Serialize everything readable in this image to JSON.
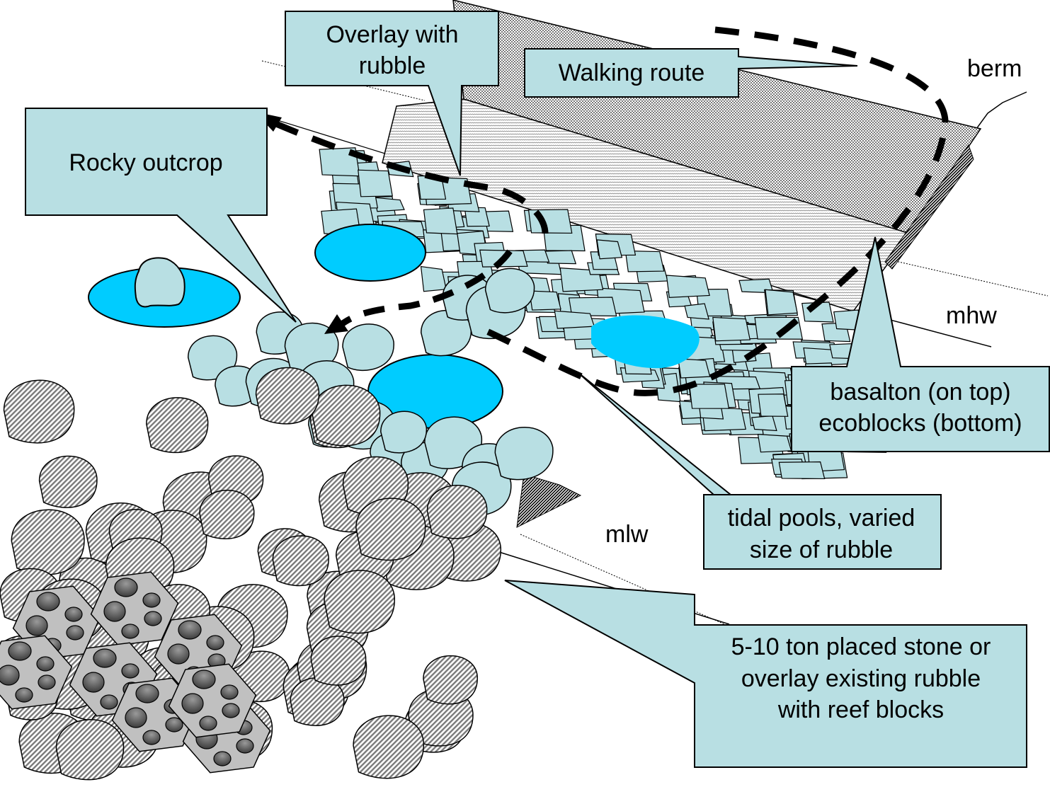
{
  "diagram": {
    "title": "Shoreline restoration concept: rubble overlay, tidal pools, walking route",
    "colors": {
      "callout_fill": "#b8dfe3",
      "rubble_fill": "#b8dfe3",
      "pool_fill": "#00ccff",
      "stone_fill": "#d0d0d0",
      "reef_block_fill": "#c0c0c0",
      "reef_hole_dark": "#555555",
      "route_color": "#000000",
      "outline": "#000000"
    },
    "callouts": {
      "overlay": {
        "lines": [
          "Overlay with",
          "rubble"
        ]
      },
      "walking_route": {
        "lines": [
          "Walking route"
        ]
      },
      "rocky_outcrop": {
        "lines": [
          "Rocky outcrop"
        ]
      },
      "basalton": {
        "lines": [
          "basalton (on top)",
          "ecoblocks (bottom)"
        ]
      },
      "tidal_pools": {
        "lines": [
          "tidal pools, varied",
          "size of rubble"
        ]
      },
      "placed_stone": {
        "lines": [
          "5-10 ton placed stone or",
          "overlay existing rubble",
          "with reef blocks"
        ]
      }
    },
    "level_labels": {
      "berm": "berm",
      "mhw": "mhw",
      "mlw": "mlw"
    },
    "legend_semantics": {
      "dashed_line": "walking route",
      "blue_ellipses": "tidal pools",
      "light_blue_angular_shapes": "rubble",
      "hatched_rounded_shapes": "placed stone",
      "grey_hexagons_with_holes": "reef blocks",
      "dotted_band": "basalton / ecoblocks revetment"
    }
  }
}
